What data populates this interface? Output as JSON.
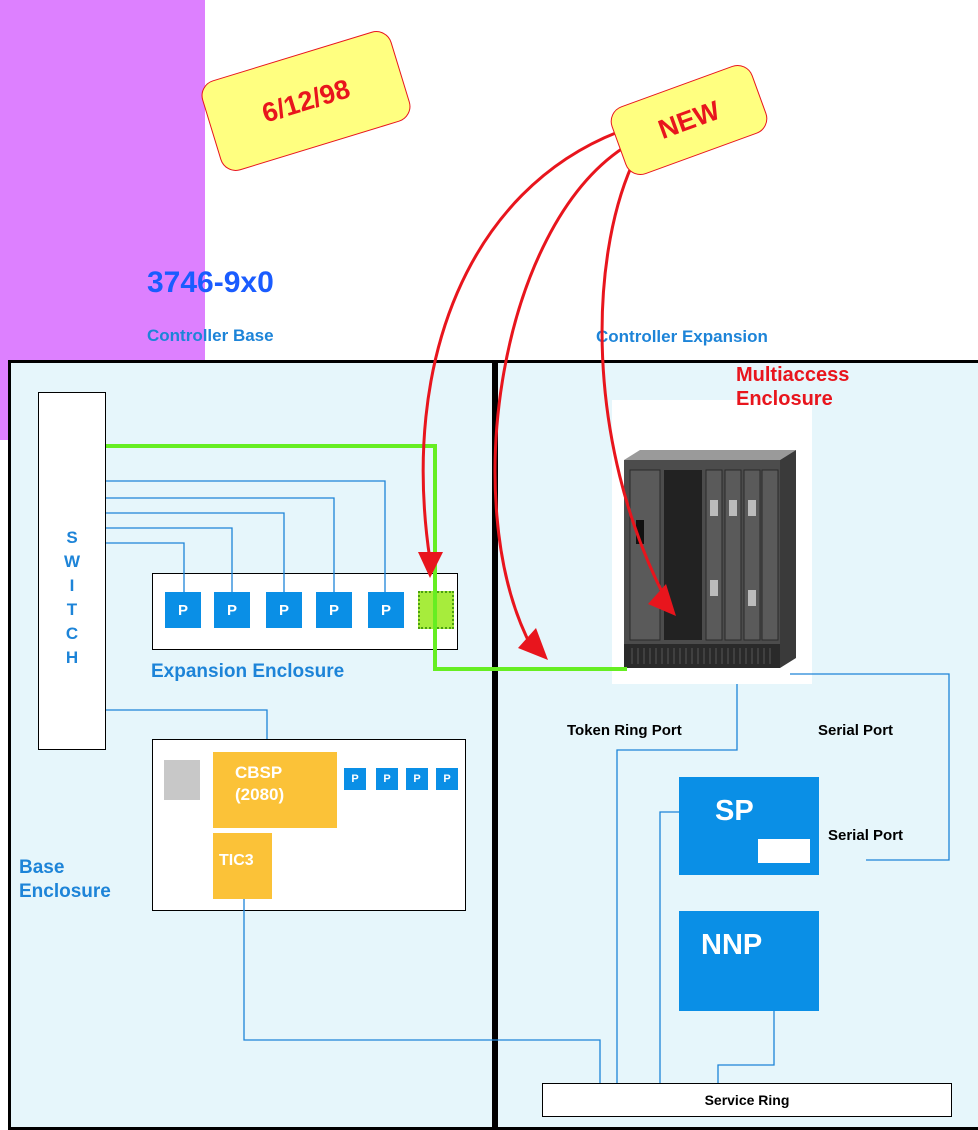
{
  "date_tag": "6/12/98",
  "new_tag": "NEW",
  "title": "3746-9x0",
  "controller_base": "Controller Base",
  "controller_expansion": "Controller Expansion",
  "switch_letters": "S\nW\nI\nT\nC\nH",
  "expansion_enclosure": {
    "label": "Expansion Enclosure",
    "cards": [
      "P",
      "P",
      "P",
      "P",
      "P"
    ]
  },
  "base_enclosure": {
    "label": "Base\nEnclosure",
    "cbsp": "CBSP\n(2080)",
    "tic3": "TIC3",
    "cards": [
      "P",
      "P",
      "P",
      "P"
    ]
  },
  "multiaccess_enclosure": "Multiaccess\nEnclosure",
  "token_ring_port": "Token Ring Port",
  "serial_port_top": "Serial Port",
  "serial_port_sp": "Serial Port",
  "sp_label": "SP",
  "nnp_label": "NNP",
  "service_ring": "Service Ring",
  "colors": {
    "accent_blue": "#1a5cff",
    "label_blue": "#1d84d8",
    "card_blue": "#0a8fe6",
    "gold": "#fbc238",
    "green_line": "#66ee22",
    "red_arrow": "#e8151d",
    "purple": "#dd80ff",
    "panel_bg": "#e6f6fb"
  }
}
